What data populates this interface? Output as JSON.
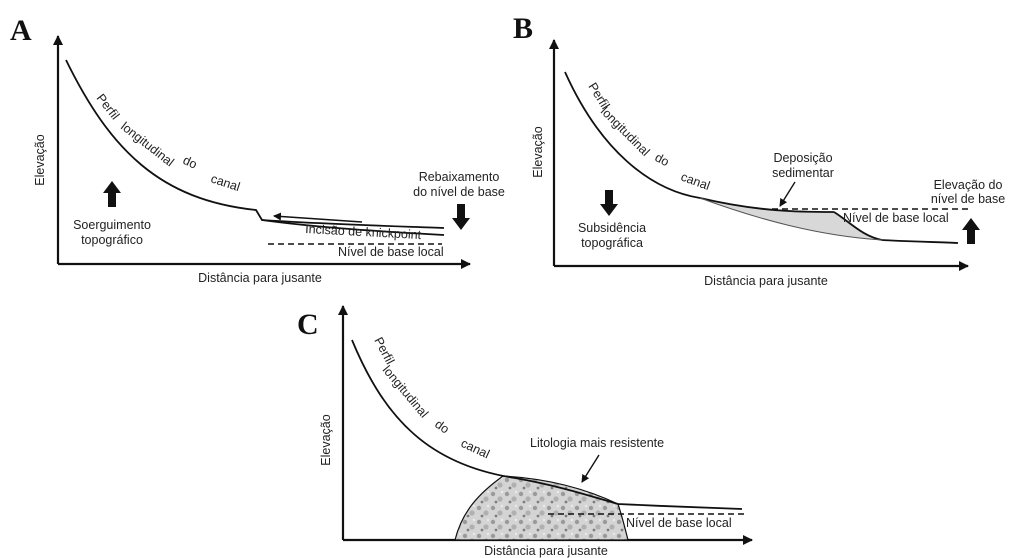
{
  "panels": {
    "a": {
      "letter": "A",
      "ylabel": "Elevação",
      "xlabel": "Distância para jusante",
      "profile_words": [
        "Perfil",
        "longitudinal",
        "do",
        "canal"
      ],
      "uplift_line1": "Soerguimento",
      "uplift_line2": "topográfico",
      "knickpoint": "Incisão de knickpoint",
      "lowering_line1": "Rebaixamento",
      "lowering_line2": "do nível de base",
      "base_level": "Nível de base local"
    },
    "b": {
      "letter": "B",
      "ylabel": "Elevação",
      "xlabel": "Distância para jusante",
      "profile_words": [
        "Perfil",
        "longitudinal",
        "do",
        "canal"
      ],
      "deposition_line1": "Deposição",
      "deposition_line2": "sedimentar",
      "subsidence_line1": "Subsidência",
      "subsidence_line2": "topográfica",
      "rise_line1": "Elevação do",
      "rise_line2": "nível de base",
      "base_level": "Nível de base local"
    },
    "c": {
      "letter": "C",
      "ylabel": "Elevação",
      "xlabel": "Distância para jusante",
      "profile_words": [
        "Perfil",
        "longitudinal",
        "do",
        "canal"
      ],
      "lithology": "Litologia mais resistente",
      "base_level": "Nível de base local"
    }
  },
  "colors": {
    "ink": "#111111",
    "deposit_fill": "#d8d8d8",
    "rock_fill": "#cfcfcf"
  },
  "icons": [
    "up-arrow-icon",
    "down-arrow-icon"
  ]
}
